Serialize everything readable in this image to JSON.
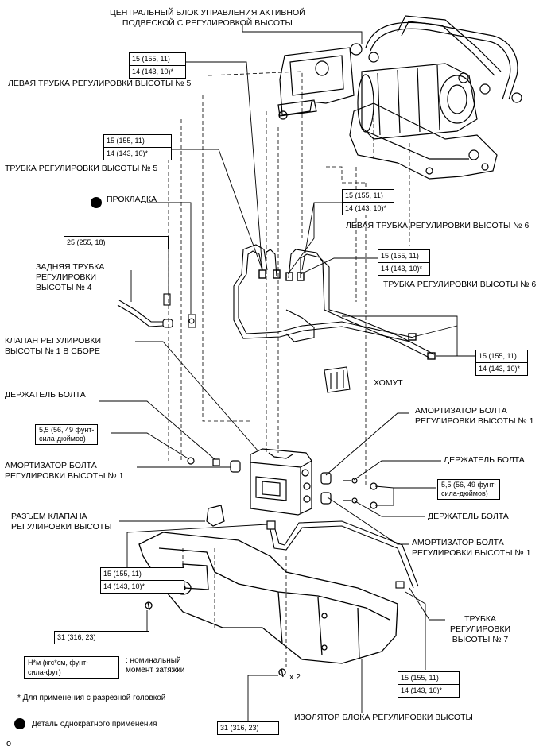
{
  "labels": {
    "central_block": "ЦЕНТРАЛЬНЫЙ БЛОК УПРАВЛЕНИЯ АКТИВНОЙ\nПОДВЕСКОЙ С РЕГУЛИРОВКОЙ ВЫСОТЫ",
    "left_tube_5": "ЛЕВАЯ ТРУБКА РЕГУЛИРОВКИ ВЫСОТЫ № 5",
    "tube_5": "ТРУБКА РЕГУЛИРОВКИ ВЫСОТЫ № 5",
    "gasket": "ПРОКЛАДКА",
    "left_tube_6": "ЛЕВАЯ ТРУБКА РЕГУЛИРОВКИ ВЫСОТЫ № 6",
    "rear_tube_4": "ЗАДНЯЯ ТРУБКА\nРЕГУЛИРОВКИ\nВЫСОТЫ № 4",
    "tube_6": "ТРУБКА РЕГУЛИРОВКИ ВЫСОТЫ № 6",
    "valve_1": "КЛАПАН РЕГУЛИРОВКИ\nВЫСОТЫ № 1 В СБОРЕ",
    "clamp": "ХОМУТ",
    "bolt_holder_left": "ДЕРЖАТЕЛЬ БОЛТА",
    "damper_right_top": "АМОРТИЗАТОР БОЛТА\nРЕГУЛИРОВКИ ВЫСОТЫ № 1",
    "damper_left": "АМОРТИЗАТОР БОЛТА\nРЕГУЛИРОВКИ ВЫСОТЫ № 1",
    "bolt_holder_right_top": "ДЕРЖАТЕЛЬ БОЛТА",
    "bolt_holder_right_bottom": "ДЕРЖАТЕЛЬ БОЛТА",
    "connector": "РАЗЪЕМ КЛАПАНА\nРЕГУЛИРОВКИ ВЫСОТЫ",
    "damper_right_bottom": "АМОРТИЗАТОР БОЛТА\nРЕГУЛИРОВКИ ВЫСОТЫ № 1",
    "tube_7": "ТРУБКА\nРЕГУЛИРОВКИ\nВЫСОТЫ № 7",
    "x2": "x 2",
    "insulator": "ИЗОЛЯТОР БЛОКА РЕГУЛИРОВКИ ВЫСОТЫ"
  },
  "torque": {
    "t15": "15 (155, 11)",
    "t14": "14 (143, 10)*",
    "t25": "25 (255, 18)",
    "t55": "5,5 (56, 49 фунт-\nсила-дюймов)",
    "t31": "31 (316, 23)"
  },
  "legend": {
    "unit_box": "Н*м (кгс*см, фунт-\nсила-фут)",
    "unit_desc": ": номинальный\nмомент затяжки",
    "asterisk_note": "* Для применения с разрезной головкой",
    "single_use": "Деталь однократного применения"
  },
  "footer_code": "o"
}
